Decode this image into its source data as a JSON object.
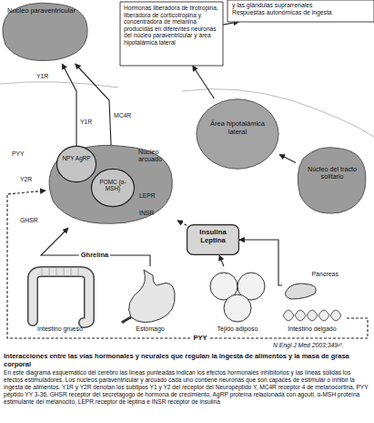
{
  "diagram": {
    "title": "Interacciones entre las vías hormonales y neurales que regulan la ingesta de alimentos y la masa de grasa corporal",
    "caption": "En este diagrama esquemático del cerebro las líneas punteadas indican los efectos hormonales inhibitorios y las líneas sólidas los efectos estimuladores. Los núcleos paraventricular y arcuado cada uno contiene neuronas que son capaces de estimular o inhibir la ingesta de alimentos. Y1R y Y2R denotan los subtipos Y1 y Y2 del receptor del Neuropéptido Y, MC4R receptor 4 de melanocortina, PYY péptido YY 3-36, GHSR receptor del secretagogo de hormona de crecimiento, AgRP proteína relacionada con agouti, α-MSH proteína estimulante del melanocito, LEPR receptor de leptina e INSR receptor de insulina",
    "nodes": [
      {
        "text": [
          "Núcleo paraventricular"
        ]
      },
      {
        "text": [
          "Hormonas liberadora de tirotropina, liberadora de corticotropina y concentradora de melanina producidas en diferentes neuronas del núcleo paraventricular y área hipotalámica lateral"
        ]
      },
      {
        "text": [
          "y las glándulas suprarrenales",
          "Respuestas autonómicas de ingesta"
        ]
      },
      {
        "text": [
          "Área hipotalámica lateral"
        ]
      },
      {
        "text": [
          "Núcleo arcuado"
        ]
      },
      {
        "text": [
          "NPY AgRP"
        ],
        "in": 4
      },
      {
        "text": [
          "POMC (α-MSH)"
        ],
        "in": 4
      },
      {
        "text": [
          "Núcleo del tracto solitario"
        ]
      },
      {
        "text": [
          "Insulina Leptina"
        ]
      },
      {
        "text": [
          "Intestino grueso"
        ]
      },
      {
        "text": [
          "Estómago"
        ]
      },
      {
        "text": [
          "Tejido adiposo"
        ]
      },
      {
        "text": [
          "Páncreas"
        ]
      },
      {
        "text": [
          "Intestino delgado"
        ]
      }
    ],
    "edges": [
      {
        "from": 10,
        "to": 4,
        "arrow": "to",
        "label": "Ghrelina"
      },
      {
        "from": 13,
        "to": 4,
        "arrow": "to",
        "label": "PYY"
      },
      {
        "from": 11,
        "to": 8,
        "arrow": "to"
      },
      {
        "from": 12,
        "to": 8,
        "arrow": "to"
      },
      {
        "from": 8,
        "to": 4,
        "arrow": "to"
      },
      {
        "from": 5,
        "to": 0,
        "arrow": "to"
      },
      {
        "from": 6,
        "to": 0,
        "arrow": "to"
      },
      {
        "from": 3,
        "to": 1,
        "arrow": "to"
      },
      {
        "from": 1,
        "to": 2,
        "arrow": "to"
      },
      {
        "from": 7,
        "to": 3,
        "arrow": "to"
      }
    ],
    "labels": [
      "Y1R",
      "MC4R",
      "Y1R",
      "Y2R",
      "GHSR",
      "LEPR",
      "INSR",
      "PYY",
      "N Engl J Med 2003;349¹⁰."
    ]
  }
}
